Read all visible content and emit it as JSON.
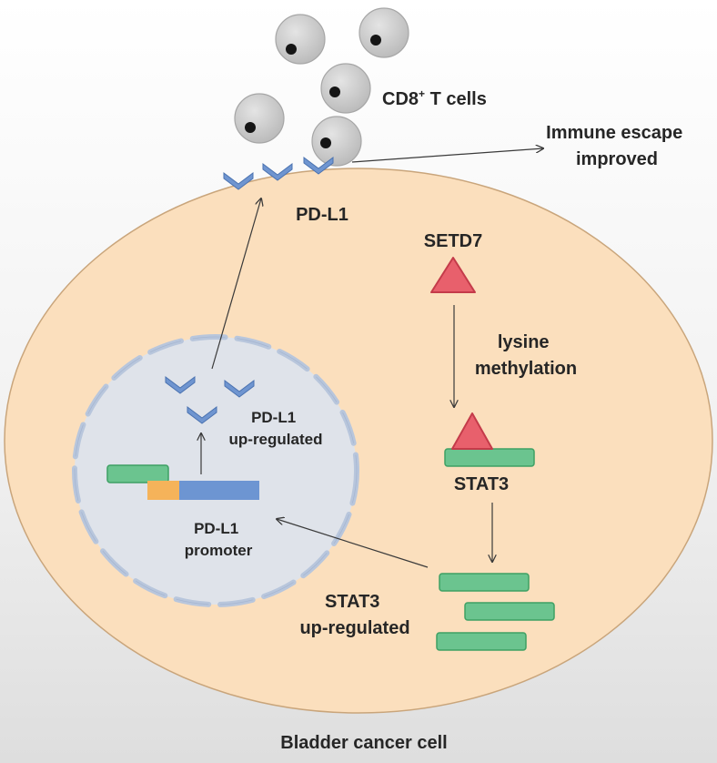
{
  "labels": {
    "cd8_prefix": "CD8",
    "cd8_superscript": "+",
    "cd8_suffix": " T cells",
    "immune_escape_line1": "Immune escape",
    "immune_escape_line2": "improved",
    "pdl1_membrane": "PD-L1",
    "setd7": "SETD7",
    "lysine_line1": "lysine",
    "lysine_line2": "methylation",
    "stat3": "STAT3",
    "pdl1_upregulated_line1": "PD-L1",
    "pdl1_upregulated_line2": "up-regulated",
    "promoter_line1": "PD-L1",
    "promoter_line2": "promoter",
    "stat3_upregulated_line1": "STAT3",
    "stat3_upregulated_line2": "up-regulated",
    "cell_name": "Bladder cancer cell"
  },
  "colors": {
    "cell_fill": "#fbdfbd",
    "cell_stroke": "#c9a57b",
    "nucleus_fill": "#dfe3ea",
    "nucleus_membrane": "#b8c6dc",
    "t_cell_fill": "#d0d0d0",
    "t_cell_nucleus": "#151515",
    "pdl1_blue": "#6f95d0",
    "pdl1_stroke": "#4a72b0",
    "setd7_red": "#e8606c",
    "setd7_stroke": "#c43b4a",
    "stat3_green": "#6bc48f",
    "stat3_stroke": "#3ea064",
    "promoter_orange": "#f5b35a",
    "promoter_blue": "#6d95d2",
    "arrow": "#3a3a3a"
  },
  "icons": [
    "t-cell",
    "pd-l1-receptor",
    "setd7-triangle",
    "stat3-protein",
    "promoter-gene"
  ]
}
